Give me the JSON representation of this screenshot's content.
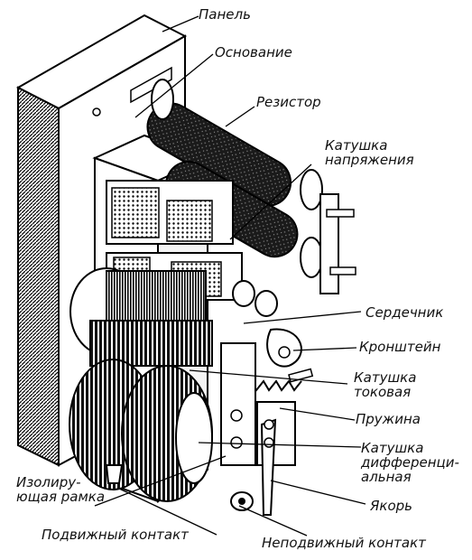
{
  "labels": {
    "panel": "Панель",
    "base": "Основание",
    "resistor": "Резистор",
    "voltage_coil": "Катушка\nнапряжения",
    "core": "Сердечник",
    "bracket": "Кронштейн",
    "current_coil": "Катушка\nтоковая",
    "spring": "Пружина",
    "diff_coil": "Катушка\nдифференци-\nальная",
    "armature": "Якорь",
    "insulating_frame": "Изолиру-\nющая рамка",
    "moving_contact": "Подвижный контакт",
    "fixed_contact": "Неподвижный контакт"
  }
}
